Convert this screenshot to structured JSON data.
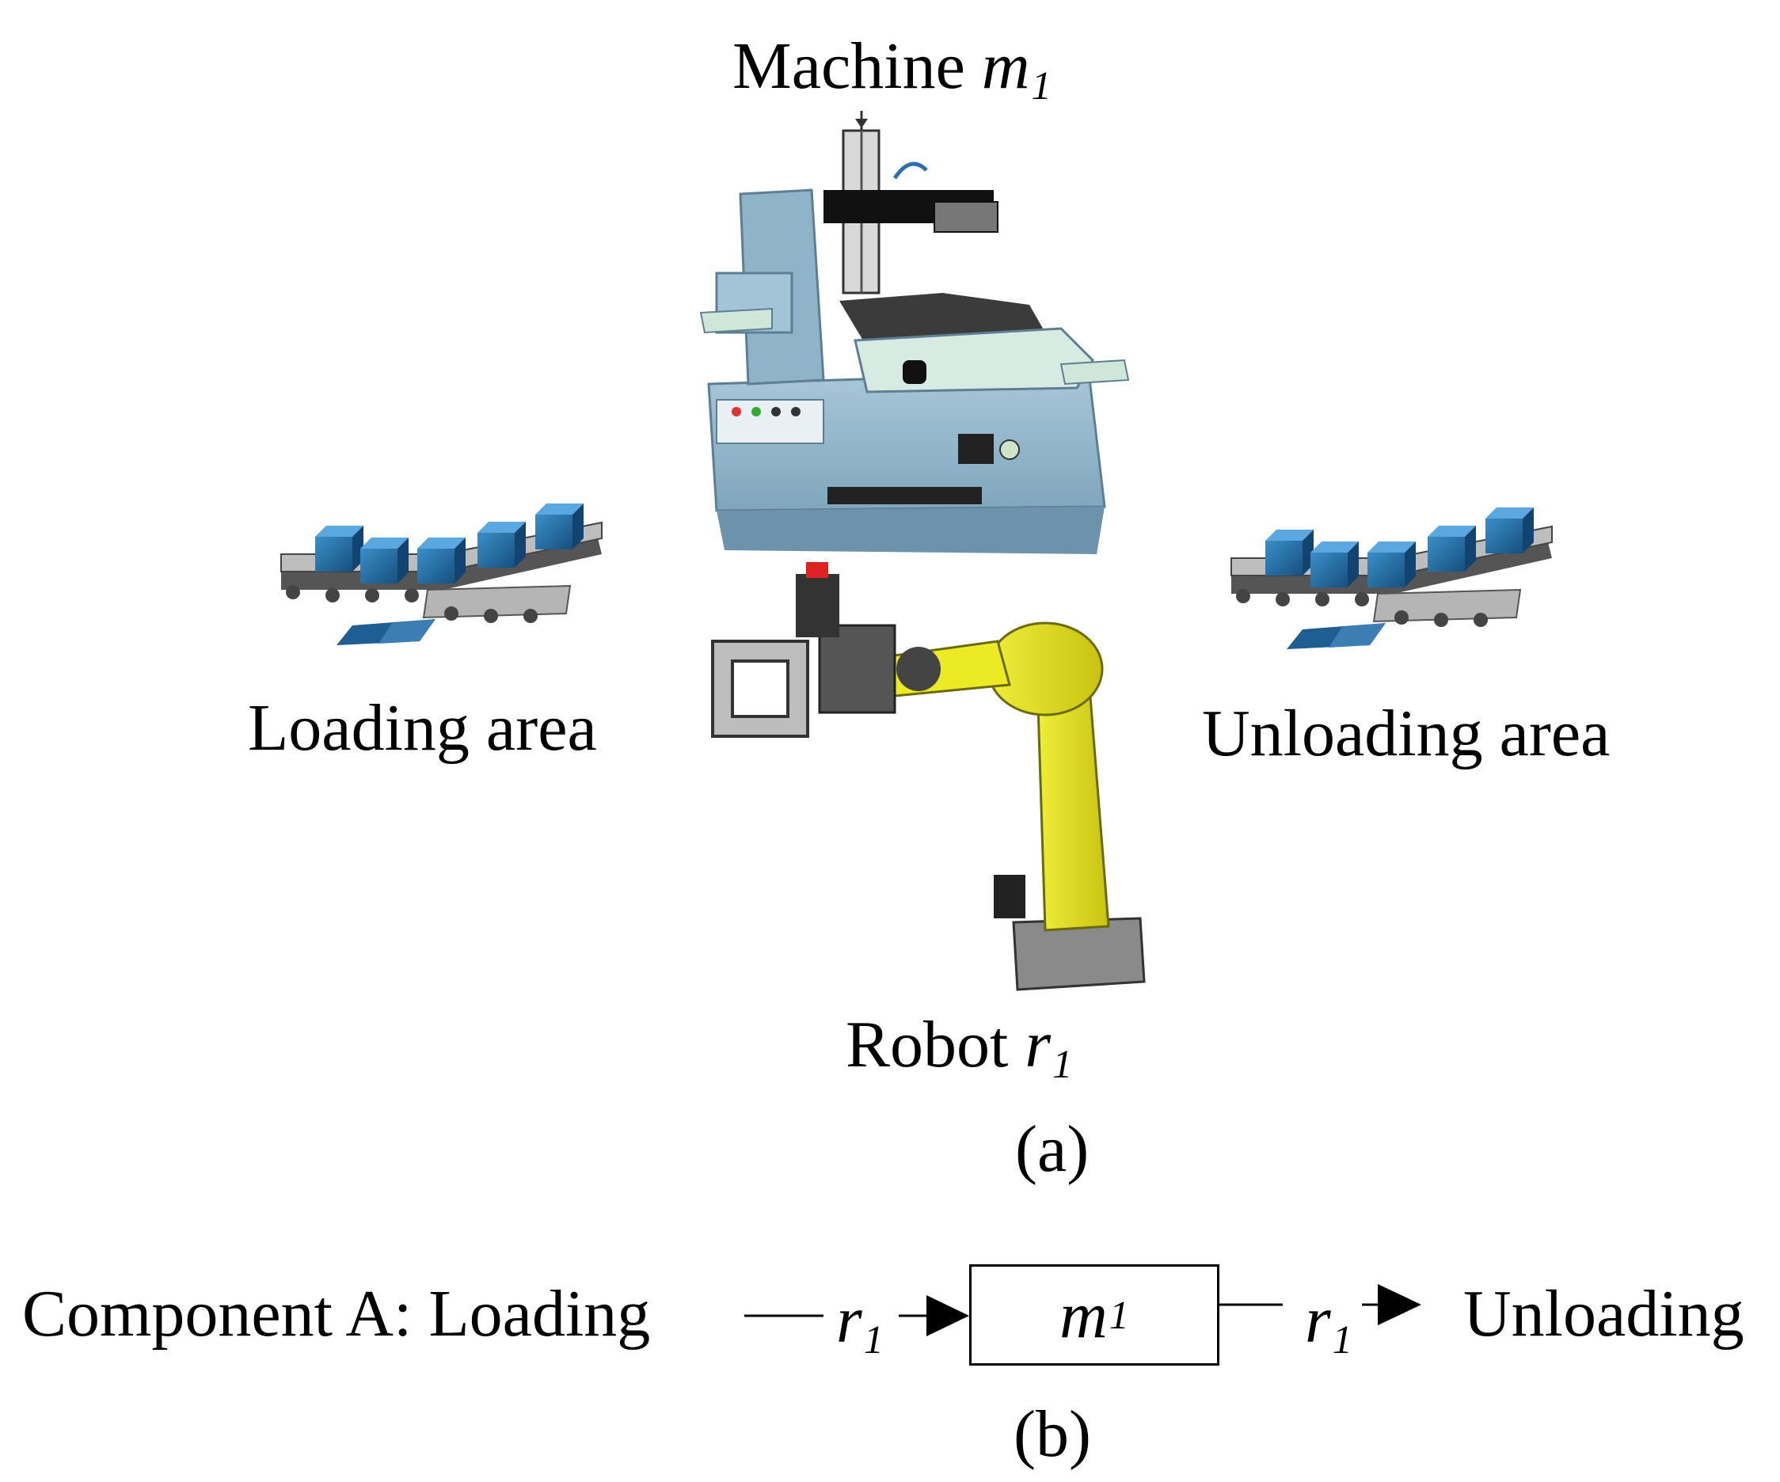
{
  "part_a": {
    "machine": {
      "text": "Machine ",
      "symbol": "m",
      "subscript": "1"
    },
    "loading_area": "Loading area",
    "unloading_area": "Unloading area",
    "robot": {
      "text": "Robot ",
      "symbol": "r",
      "subscript": "1"
    },
    "caption": "(a)"
  },
  "part_b": {
    "component": "Component A: Loading",
    "arrow_left": {
      "symbol": "r",
      "subscript": "1"
    },
    "box": {
      "symbol": "m",
      "subscript": "1"
    },
    "arrow_right": {
      "symbol": "r",
      "subscript": "1"
    },
    "end": "Unloading",
    "caption": "(b)"
  },
  "colors": {
    "machine_body": "#8fb4c9",
    "box_blue": "#1f6fa8",
    "robot_yellow": "#e6e21a"
  }
}
